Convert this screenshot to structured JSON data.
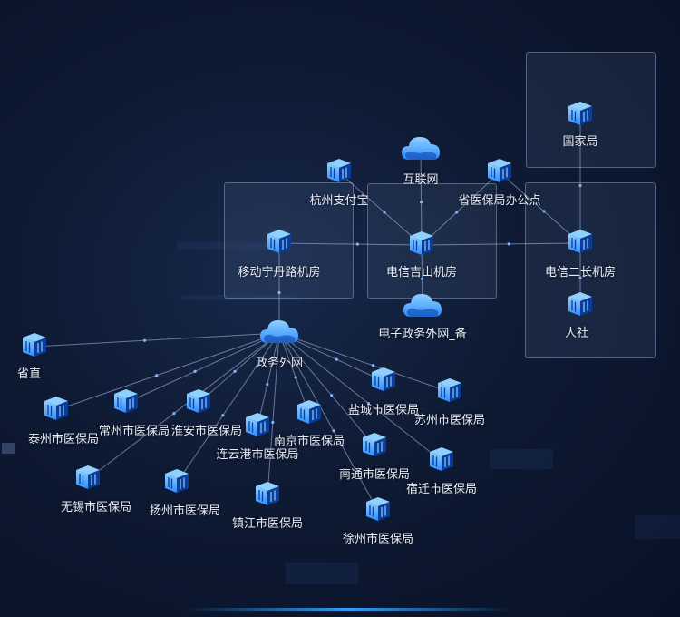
{
  "diagram": {
    "groups": [
      {
        "id": "g-guojia"
      },
      {
        "id": "g-dianxin-jishan"
      },
      {
        "id": "g-yidong"
      },
      {
        "id": "g-dianxin-erchang"
      }
    ],
    "nodes": [
      {
        "id": "guojiaju",
        "label": "国家局",
        "kind": "server"
      },
      {
        "id": "hulianwang",
        "label": "互联网",
        "kind": "cloud"
      },
      {
        "id": "hangzhou",
        "label": "杭州支付宝",
        "kind": "server"
      },
      {
        "id": "shengyibao-office",
        "label": "省医保局办公点",
        "kind": "server"
      },
      {
        "id": "yidong",
        "label": "移动宁丹路机房",
        "kind": "server"
      },
      {
        "id": "dianxin-jishan",
        "label": "电信吉山机房",
        "kind": "server"
      },
      {
        "id": "dianxin-erchang",
        "label": "电信二长机房",
        "kind": "server"
      },
      {
        "id": "dianzi-bei",
        "label": "电子政务外网_备",
        "kind": "cloud"
      },
      {
        "id": "renshe",
        "label": "人社",
        "kind": "server"
      },
      {
        "id": "zhengwu",
        "label": "政务外网",
        "kind": "cloud"
      },
      {
        "id": "shengzhi",
        "label": "省直",
        "kind": "server"
      },
      {
        "id": "taizhou",
        "label": "泰州市医保局",
        "kind": "server"
      },
      {
        "id": "changzhou",
        "label": "常州市医保局",
        "kind": "server"
      },
      {
        "id": "huaian",
        "label": "淮安市医保局",
        "kind": "server"
      },
      {
        "id": "lianyungang",
        "label": "连云港市医保局",
        "kind": "server"
      },
      {
        "id": "nanjing",
        "label": "南京市医保局",
        "kind": "server"
      },
      {
        "id": "yancheng",
        "label": "盐城市医保局",
        "kind": "server"
      },
      {
        "id": "suzhou",
        "label": "苏州市医保局",
        "kind": "server"
      },
      {
        "id": "wuxi",
        "label": "无锡市医保局",
        "kind": "server"
      },
      {
        "id": "yangzhou",
        "label": "扬州市医保局",
        "kind": "server"
      },
      {
        "id": "zhenjiang",
        "label": "镇江市医保局",
        "kind": "server"
      },
      {
        "id": "nantong",
        "label": "南通市医保局",
        "kind": "server"
      },
      {
        "id": "suqian",
        "label": "宿迁市医保局",
        "kind": "server"
      },
      {
        "id": "xuzhou",
        "label": "徐州市医保局",
        "kind": "server"
      }
    ],
    "edges": [
      [
        "guojiaju",
        "dianxin-erchang"
      ],
      [
        "hulianwang",
        "dianxin-jishan"
      ],
      [
        "hangzhou",
        "dianxin-jishan"
      ],
      [
        "shengyibao-office",
        "dianxin-jishan"
      ],
      [
        "shengyibao-office",
        "dianxin-erchang"
      ],
      [
        "yidong",
        "dianxin-jishan"
      ],
      [
        "dianxin-jishan",
        "dianxin-erchang"
      ],
      [
        "dianxin-jishan",
        "dianzi-bei"
      ],
      [
        "dianxin-erchang",
        "renshe"
      ],
      [
        "yidong",
        "zhengwu"
      ],
      [
        "zhengwu",
        "shengzhi"
      ],
      [
        "zhengwu",
        "taizhou"
      ],
      [
        "zhengwu",
        "changzhou"
      ],
      [
        "zhengwu",
        "huaian"
      ],
      [
        "zhengwu",
        "lianyungang"
      ],
      [
        "zhengwu",
        "nanjing"
      ],
      [
        "zhengwu",
        "yancheng"
      ],
      [
        "zhengwu",
        "suzhou"
      ],
      [
        "zhengwu",
        "wuxi"
      ],
      [
        "zhengwu",
        "yangzhou"
      ],
      [
        "zhengwu",
        "zhenjiang"
      ],
      [
        "zhengwu",
        "nantong"
      ],
      [
        "zhengwu",
        "suqian"
      ],
      [
        "zhengwu",
        "xuzhou"
      ]
    ]
  },
  "colors": {
    "node_primary": "#2f8cff",
    "node_light": "#8fd0ff",
    "node_dark": "#0a3c9c",
    "link": "#afc3e1",
    "label": "#e8eef8",
    "background": "#0e1a33"
  }
}
